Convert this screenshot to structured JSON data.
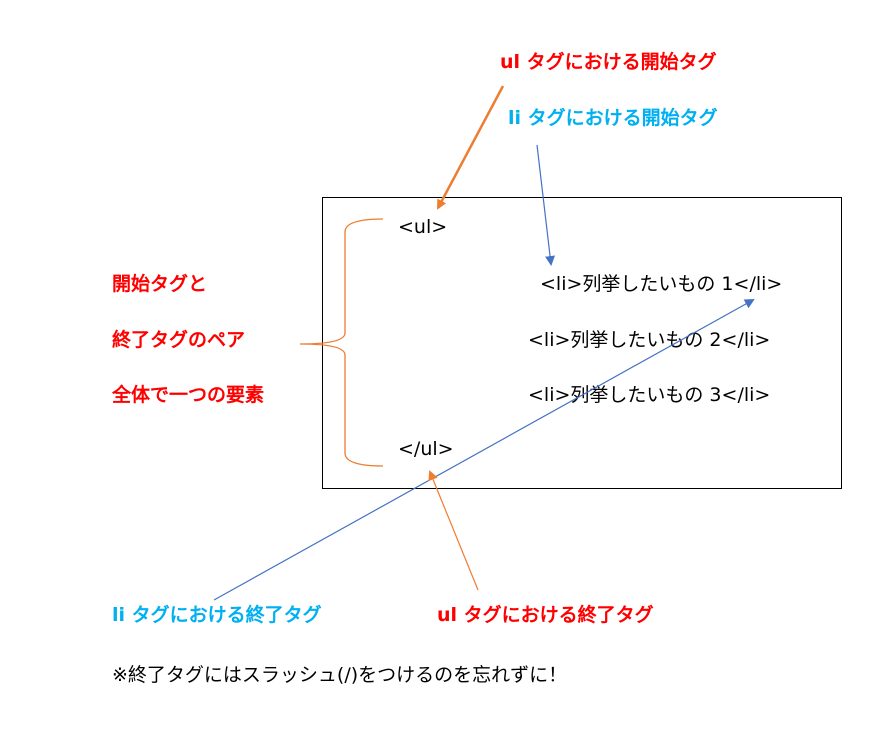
{
  "labels": {
    "ul_open": "ul タグにおける開始タグ",
    "li_open": "li タグにおける開始タグ",
    "pair_1": "開始タグと",
    "pair_2": "終了タグのペア",
    "pair_3": "全体で一つの要素",
    "li_close": "li タグにおける終了タグ",
    "ul_close": "ul タグにおける終了タグ",
    "note": "※終了タグにはスラッシュ(/)をつけるのを忘れずに！"
  },
  "code": {
    "ul_open": "<ul>",
    "items": [
      "<li>列挙したいもの 1</li>",
      "<li>列挙したいもの 2</li>",
      "<li>列挙したいもの 3</li>"
    ],
    "ul_close": "</ul>"
  },
  "colors": {
    "red": "#ff0000",
    "blue": "#00b0f0",
    "orange": "#ed7d31",
    "arrow_blue": "#4472c4"
  }
}
